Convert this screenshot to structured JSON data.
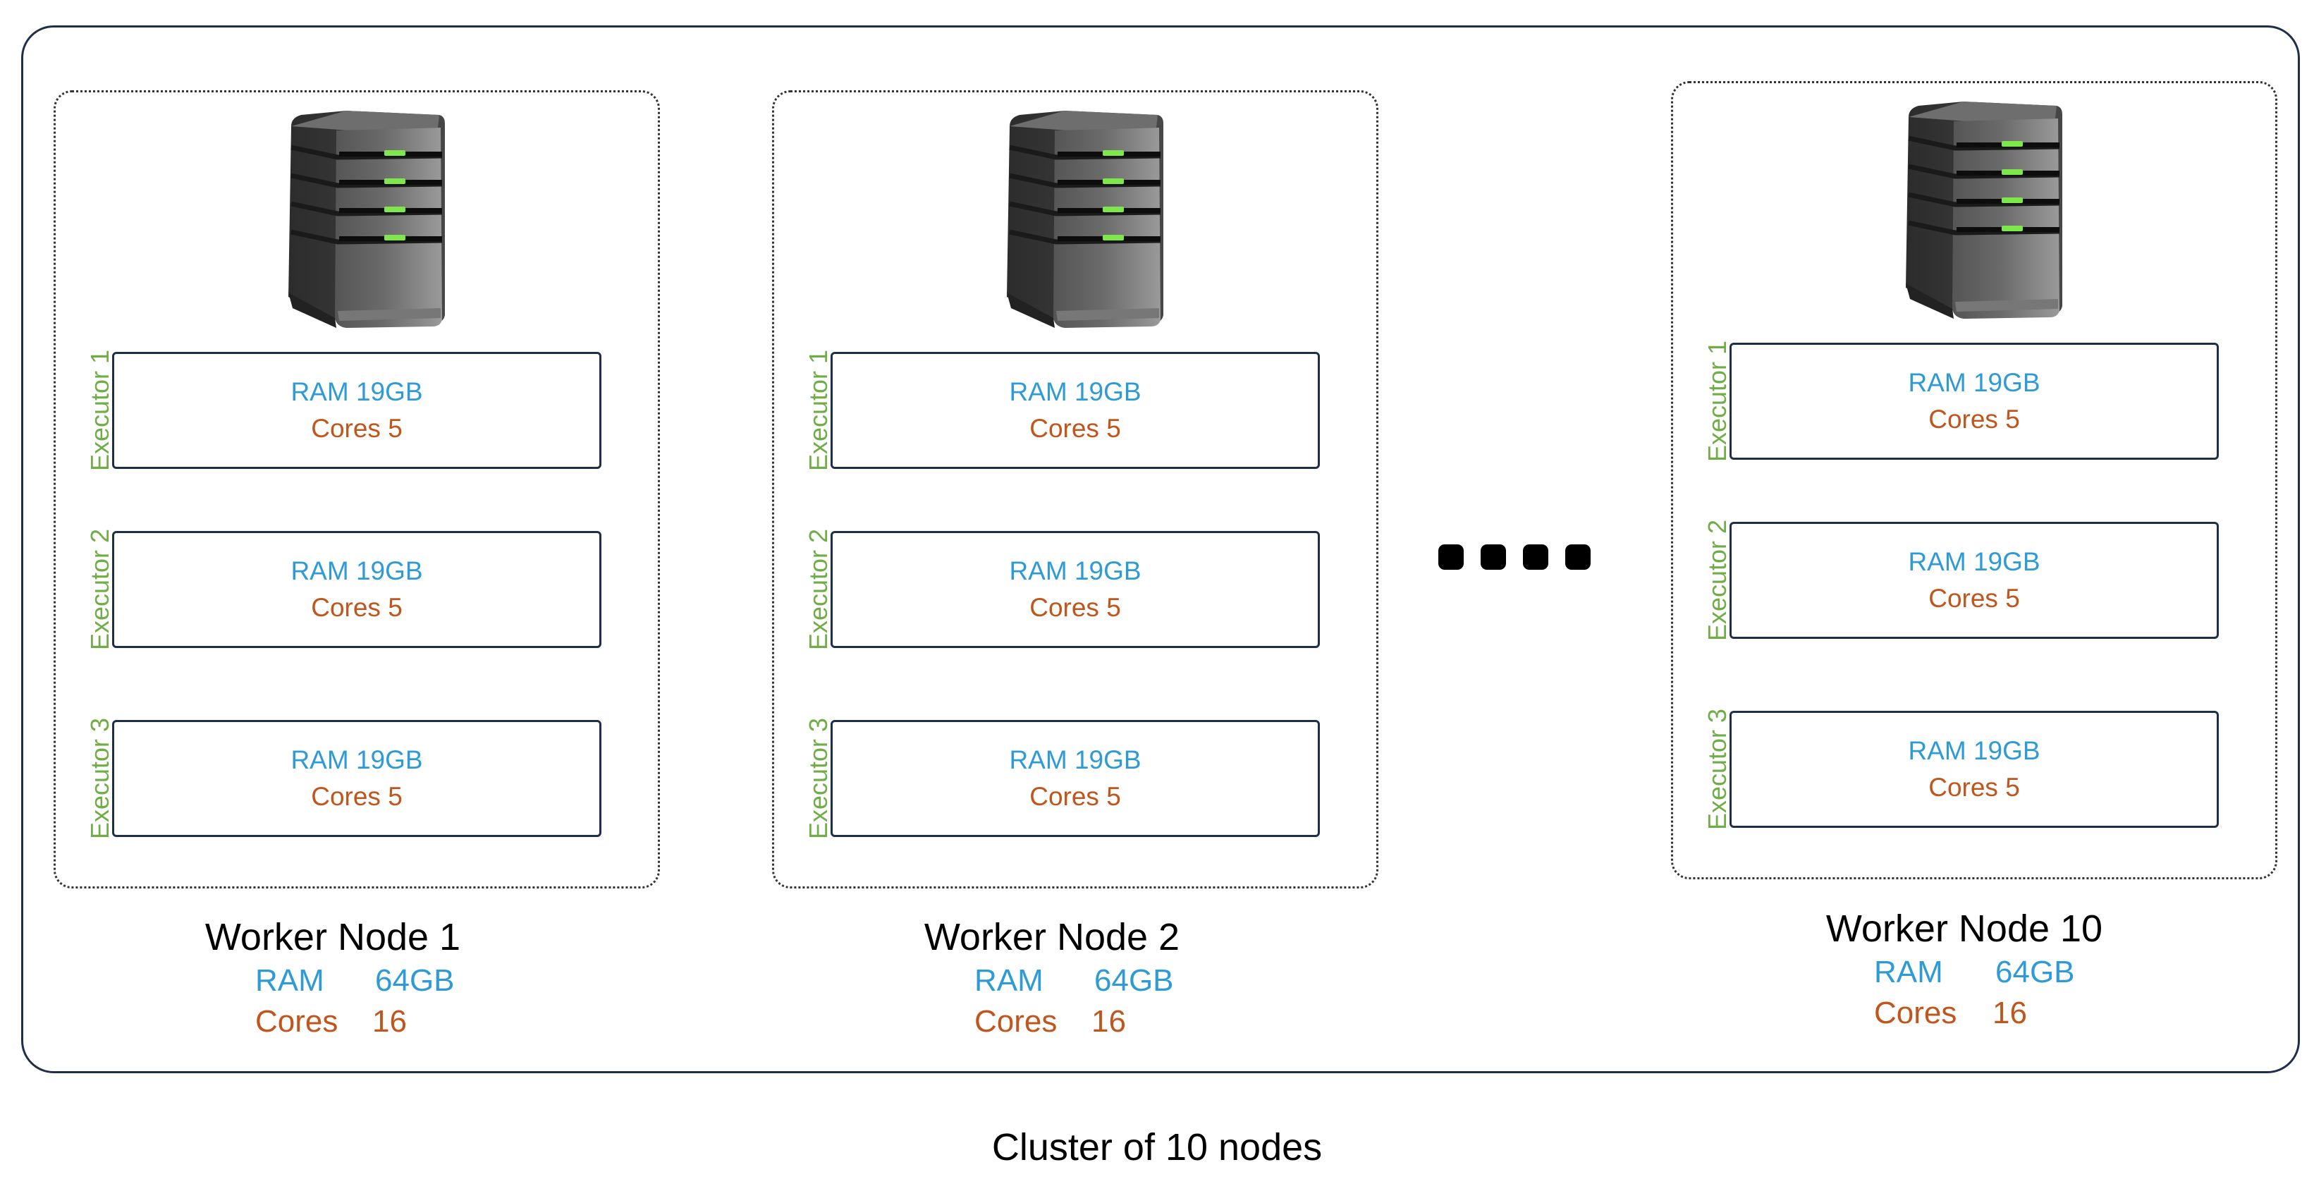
{
  "caption": "Cluster of 10 nodes",
  "nodes": [
    {
      "title": "Worker Node 1",
      "ram_label": "RAM",
      "ram_value": "64GB",
      "cores_label": "Cores",
      "cores_value": "16",
      "executors": [
        {
          "label": "Executor 1",
          "ram": "RAM 19GB",
          "cores": "Cores  5"
        },
        {
          "label": "Executor 2",
          "ram": "RAM 19GB",
          "cores": "Cores  5"
        },
        {
          "label": "Executor 3",
          "ram": "RAM 19GB",
          "cores": "Cores  5"
        }
      ]
    },
    {
      "title": "Worker Node 2",
      "ram_label": "RAM",
      "ram_value": "64GB",
      "cores_label": "Cores",
      "cores_value": "16",
      "executors": [
        {
          "label": "Executor 1",
          "ram": "RAM 19GB",
          "cores": "Cores  5"
        },
        {
          "label": "Executor 2",
          "ram": "RAM 19GB",
          "cores": "Cores  5"
        },
        {
          "label": "Executor 3",
          "ram": "RAM 19GB",
          "cores": "Cores  5"
        }
      ]
    },
    {
      "title": "Worker Node 10",
      "ram_label": "RAM",
      "ram_value": "64GB",
      "cores_label": "Cores",
      "cores_value": "16",
      "executors": [
        {
          "label": "Executor 1",
          "ram": "RAM 19GB",
          "cores": "Cores  5"
        },
        {
          "label": "Executor 2",
          "ram": "RAM 19GB",
          "cores": "Cores  5"
        },
        {
          "label": "Executor 3",
          "ram": "RAM 19GB",
          "cores": "Cores  5"
        }
      ]
    }
  ],
  "colors": {
    "ram": "#2e9bd6",
    "cores": "#c0561c",
    "executor_label": "#70ad47",
    "border": "#1f2f4a"
  },
  "icons": {
    "server": "server-tower-icon",
    "ellipsis": "ellipsis-dots-icon"
  }
}
